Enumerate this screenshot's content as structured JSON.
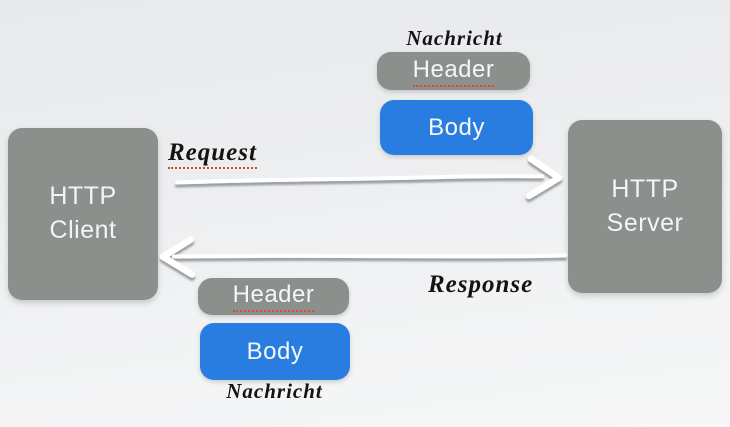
{
  "diagram": {
    "client_node": {
      "lines": [
        "HTTP",
        "Client"
      ]
    },
    "server_node": {
      "lines": [
        "HTTP",
        "Server"
      ]
    },
    "top_message": {
      "title": "Nachricht",
      "header": "Header",
      "body": "Body"
    },
    "bottom_message": {
      "title": "Nachricht",
      "header": "Header",
      "body": "Body"
    },
    "arrows": {
      "request_label": "Request",
      "response_label": "Response"
    },
    "colors": {
      "node_gray": "#8b908d",
      "body_blue": "#2a7de0",
      "box_text": "#f3f4f3",
      "label_ink": "#141414",
      "spellcheck_red": "#e0452f",
      "arrow_white": "#ffffff"
    }
  }
}
